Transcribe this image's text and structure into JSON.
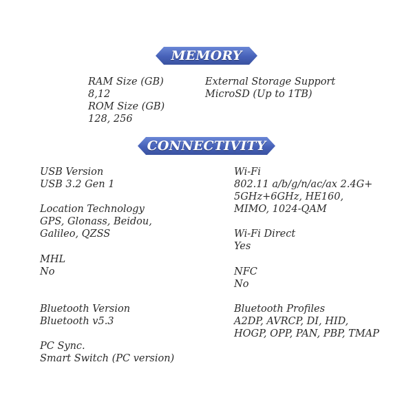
{
  "memory": {
    "title": "MEMORY",
    "items": [
      {
        "label": "RAM Size (GB)",
        "value": "8,12"
      },
      {
        "label": "ROM Size (GB)",
        "value": "128, 256"
      },
      {
        "label": "External Storage Support",
        "value": "MicroSD (Up to 1TB)"
      }
    ]
  },
  "connectivity": {
    "title": "CONNECTIVITY",
    "left": [
      {
        "label": "USB Version",
        "value": [
          "USB 3.2 Gen 1"
        ]
      },
      {
        "label": "Location Technology",
        "value": [
          "GPS, Glonass, Beidou,",
          "Galileo, QZSS"
        ]
      },
      {
        "label": "MHL",
        "value": [
          "No"
        ]
      },
      {
        "label": "Bluetooth Version",
        "value": [
          "Bluetooth v5.3"
        ]
      },
      {
        "label": "PC Sync.",
        "value": [
          "Smart Switch (PC version)"
        ]
      }
    ],
    "right": [
      {
        "label": "Wi-Fi",
        "value": [
          "802.11 a/b/g/n/ac/ax 2.4G+",
          "5GHz+6GHz, HE160,",
          "MIMO, 1024-QAM"
        ]
      },
      {
        "label": "Wi-Fi Direct",
        "value": [
          "Yes"
        ]
      },
      {
        "label": "NFC",
        "value": [
          "No"
        ]
      },
      {
        "label": "Bluetooth Profiles",
        "value": [
          "A2DP, AVRCP, DI, HID,",
          "HOGP, OPP, PAN, PBP, TMAP"
        ]
      }
    ]
  },
  "colors": {
    "banner_top": "#6a87d6",
    "banner_bottom": "#3a52a0",
    "text": "#2a2a2a"
  }
}
